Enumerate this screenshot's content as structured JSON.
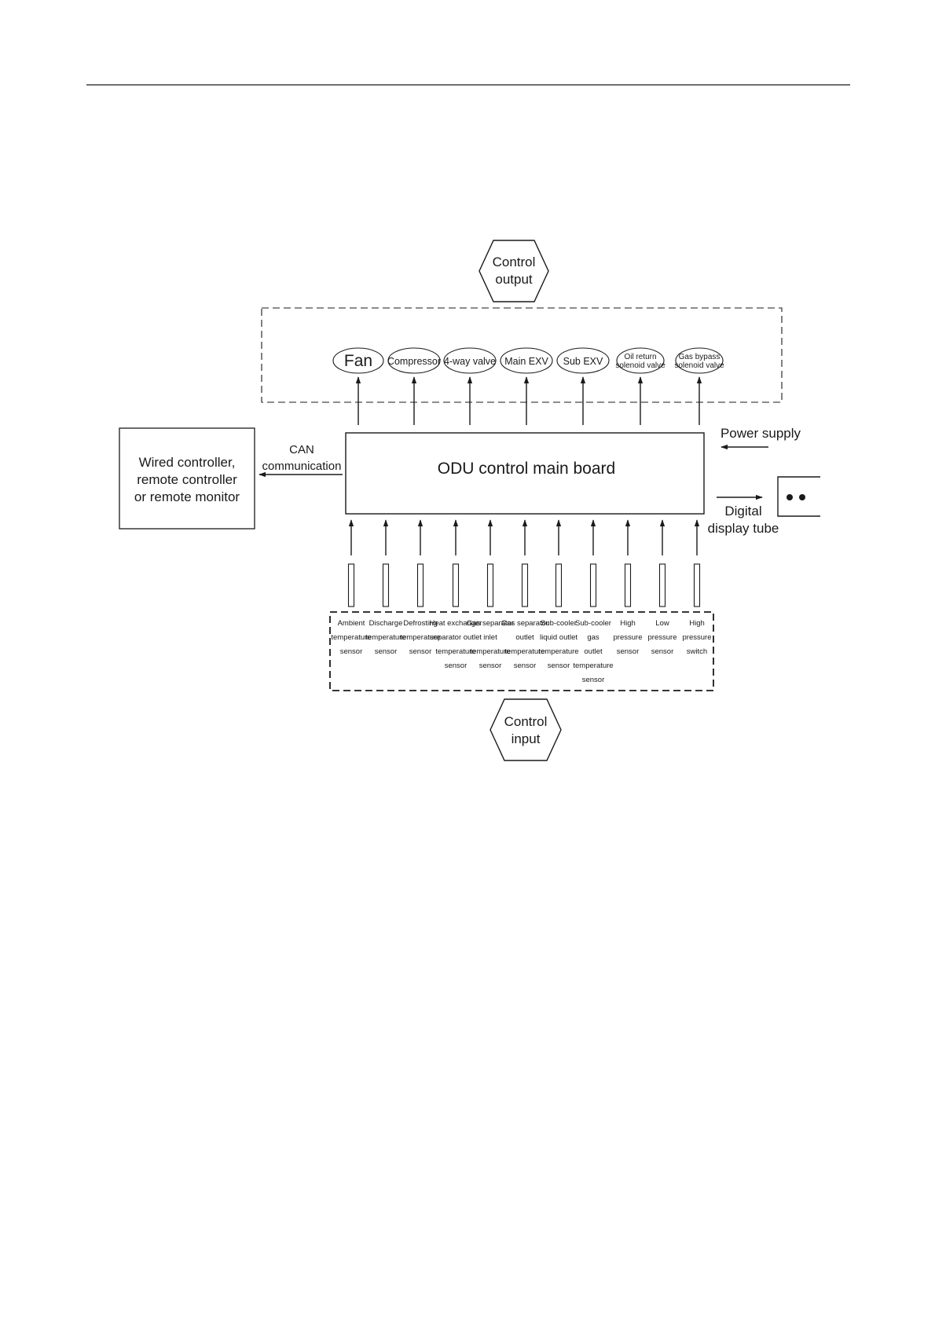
{
  "control_output_label": [
    "Control",
    "output"
  ],
  "control_input_label": [
    "Control",
    "input"
  ],
  "main_board_label": "ODU control main board",
  "wired_controller_label": [
    "Wired controller,",
    "remote controller",
    "or remote monitor"
  ],
  "can_label": [
    "CAN",
    "communication"
  ],
  "power_supply_label": "Power supply",
  "digital_display_label": [
    "Digital",
    "display tube"
  ],
  "outputs": [
    {
      "id": "fan",
      "lines": [
        "Fan"
      ],
      "size": "large"
    },
    {
      "id": "compressor",
      "lines": [
        "Compressor"
      ],
      "size": "normal"
    },
    {
      "id": "4-way-valve",
      "lines": [
        "4-way valve"
      ],
      "size": "normal"
    },
    {
      "id": "main-exv",
      "lines": [
        "Main EXV"
      ],
      "size": "normal"
    },
    {
      "id": "sub-exv",
      "lines": [
        "Sub EXV"
      ],
      "size": "normal"
    },
    {
      "id": "oil-return-solenoid-valve",
      "lines": [
        "Oil return",
        "solenoid valve"
      ],
      "size": "small"
    },
    {
      "id": "gas-bypass-solenoid-valve",
      "lines": [
        "Gas bypass",
        "solenoid valve"
      ],
      "size": "small"
    }
  ],
  "inputs": [
    {
      "id": "ambient-temperature-sensor",
      "lines": [
        "Ambient",
        "temperature",
        "sensor"
      ]
    },
    {
      "id": "discharge-temperature-sensor",
      "lines": [
        "Discharge",
        "temperature",
        "sensor"
      ]
    },
    {
      "id": "defrosting-temperature-sensor",
      "lines": [
        "Defrosting",
        "temperature",
        "sensor"
      ]
    },
    {
      "id": "heat-exchanger-separator-outlet-temperature-sensor",
      "lines": [
        "Heat exchanger",
        "separator outlet",
        "temperature",
        "sensor"
      ]
    },
    {
      "id": "gas-separator-inlet-temperature-sensor",
      "lines": [
        "Gas separator",
        "inlet",
        "temperature",
        "sensor"
      ]
    },
    {
      "id": "gas-separator-outlet-temperature-sensor",
      "lines": [
        "Gas separator",
        "outlet",
        "temperature",
        "sensor"
      ]
    },
    {
      "id": "sub-cooler-liquid-outlet-temperature-sensor",
      "lines": [
        "Sub-cooler",
        "liquid outlet",
        "temperature",
        "sensor"
      ]
    },
    {
      "id": "sub-cooler-gas-outlet-temperature-sensor",
      "lines": [
        "Sub-cooler",
        "gas",
        "outlet",
        "temperature",
        "sensor"
      ]
    },
    {
      "id": "high-pressure-sensor",
      "lines": [
        "High",
        "pressure",
        "sensor"
      ]
    },
    {
      "id": "low-pressure-sensor",
      "lines": [
        "Low",
        "pressure",
        "sensor"
      ]
    },
    {
      "id": "high-pressure-switch",
      "lines": [
        "High",
        "pressure",
        "switch"
      ]
    }
  ]
}
